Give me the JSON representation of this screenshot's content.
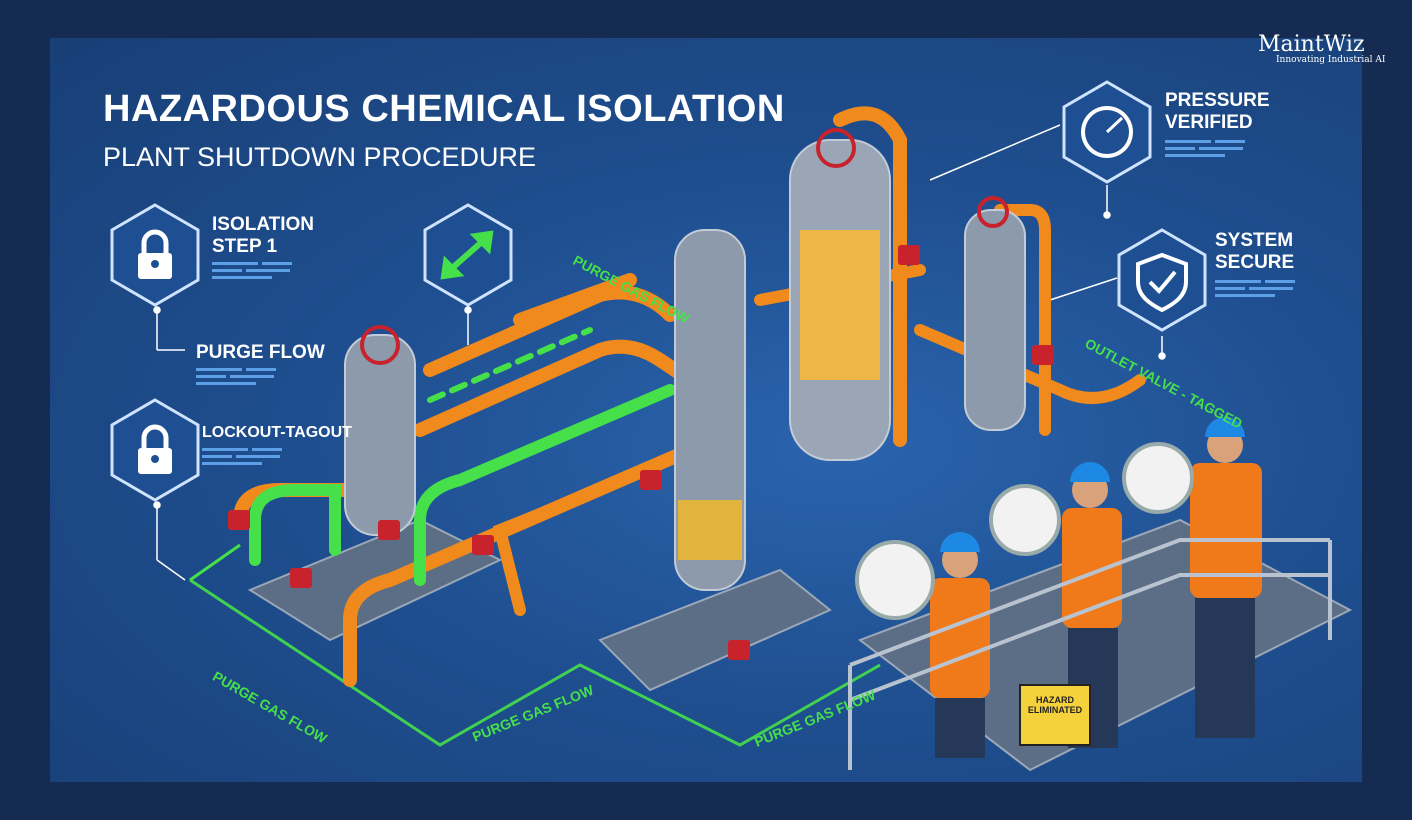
{
  "brand": {
    "name": "MaintWiz",
    "tagline": "Innovating Industrial AI"
  },
  "header": {
    "title": "HAZARDOUS CHEMICAL ISOLATION",
    "subtitle": "PLANT SHUTDOWN PROCEDURE"
  },
  "callouts": [
    {
      "label": "ISOLATION STEP 1",
      "icon": "padlock-icon"
    },
    {
      "label": "PURGE FLOW",
      "icon": "none"
    },
    {
      "label": "LOCKOUT-TAGOUT",
      "icon": "padlock-icon"
    },
    {
      "label": "PRESSURE VERIFIED",
      "icon": "gauge-icon"
    },
    {
      "label": "SYSTEM SECURE",
      "icon": "shield-check-icon"
    },
    {
      "label": "",
      "icon": "flow-arrows-icon"
    }
  ],
  "flow_labels": [
    "PURGE GAS FLOW",
    "PURGE GAS FLOW",
    "PURGE GAS FLOW",
    "PURGE GAS FLOW",
    "OUTLET VALVE - TAGGED"
  ],
  "signs": {
    "hazard": "HAZARD ELIMINATED"
  },
  "colors": {
    "background": "#152b52",
    "panel": "#1f4f90",
    "pipe": "#f08a1c",
    "purge": "#45e04a",
    "lock": "#c8232c",
    "vest": "#f07a1a",
    "helmet": "#1e88e5"
  }
}
